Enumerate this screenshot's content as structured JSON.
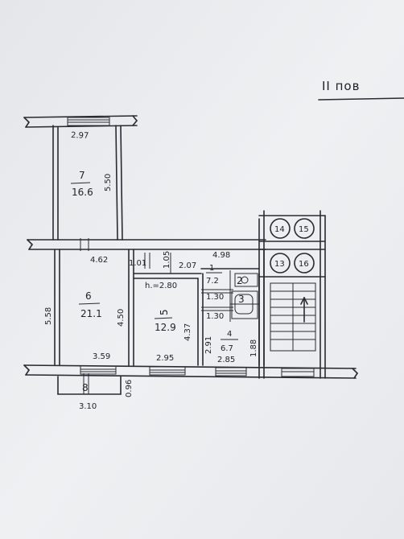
{
  "header": {
    "title": "II пов"
  },
  "rooms": [
    {
      "number": "7",
      "area": "16.6",
      "length": "5.50",
      "width": "2.97"
    },
    {
      "number": "6",
      "area": "21.1",
      "length": "5.58",
      "width": "4.62",
      "depth": "4.50",
      "width_bottom": "3.59"
    },
    {
      "number": "5",
      "area": "12.9",
      "height_label": "h.=2.80",
      "width": "2.95",
      "length": "4.37"
    },
    {
      "number": "1",
      "area": "7.2",
      "width": "4.98"
    },
    {
      "number": "2"
    },
    {
      "number": "3"
    },
    {
      "number": "4",
      "area": "6.7",
      "width": "2.85",
      "length_left": "2.91",
      "length_right": "1.88"
    },
    {
      "number": "8",
      "width": "3.10",
      "depth": "0.96"
    }
  ],
  "dimensions": {
    "d101": "1.01",
    "d105": "1.05",
    "d207": "2.07",
    "d130a": "1.30",
    "d130b": "1.30"
  },
  "stair_cells": [
    "14",
    "15",
    "13",
    "16"
  ]
}
